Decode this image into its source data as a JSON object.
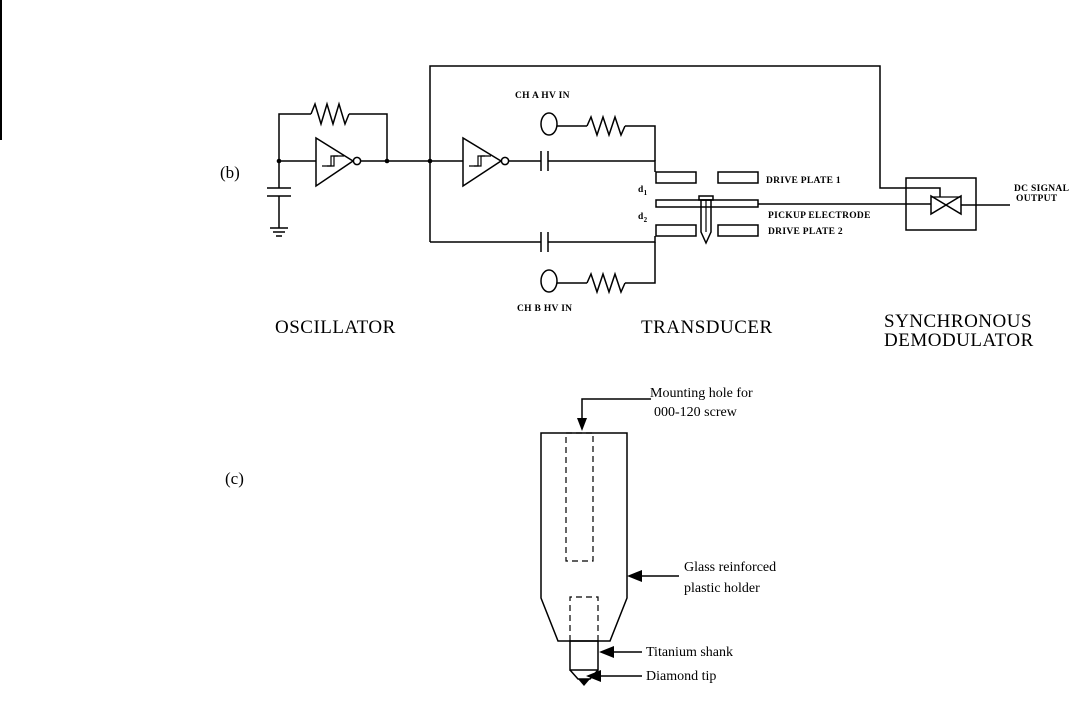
{
  "panel_b": {
    "label": "(b)",
    "ch_a": "CH A HV IN",
    "ch_b": "CH B HV IN",
    "d1": "d",
    "d1_sub": "1",
    "d2": "d",
    "d2_sub": "2",
    "drive_plate_1": "DRIVE PLATE 1",
    "pickup_electrode": "PICKUP ELECTRODE",
    "drive_plate_2": "DRIVE PLATE 2",
    "dc_signal_line1": "DC SIGNAL",
    "dc_signal_line2": "OUTPUT",
    "oscillator": "OSCILLATOR",
    "transducer": "TRANSDUCER",
    "demod_line1": "SYNCHRONOUS",
    "demod_line2": "DEMODULATOR"
  },
  "panel_c": {
    "label": "(c)",
    "mounting_hole_line1": "Mounting hole for",
    "mounting_hole_line2": "000-120 screw",
    "holder_line1": "Glass reinforced",
    "holder_line2": "plastic holder",
    "shank": "Titanium shank",
    "tip": "Diamond tip"
  }
}
